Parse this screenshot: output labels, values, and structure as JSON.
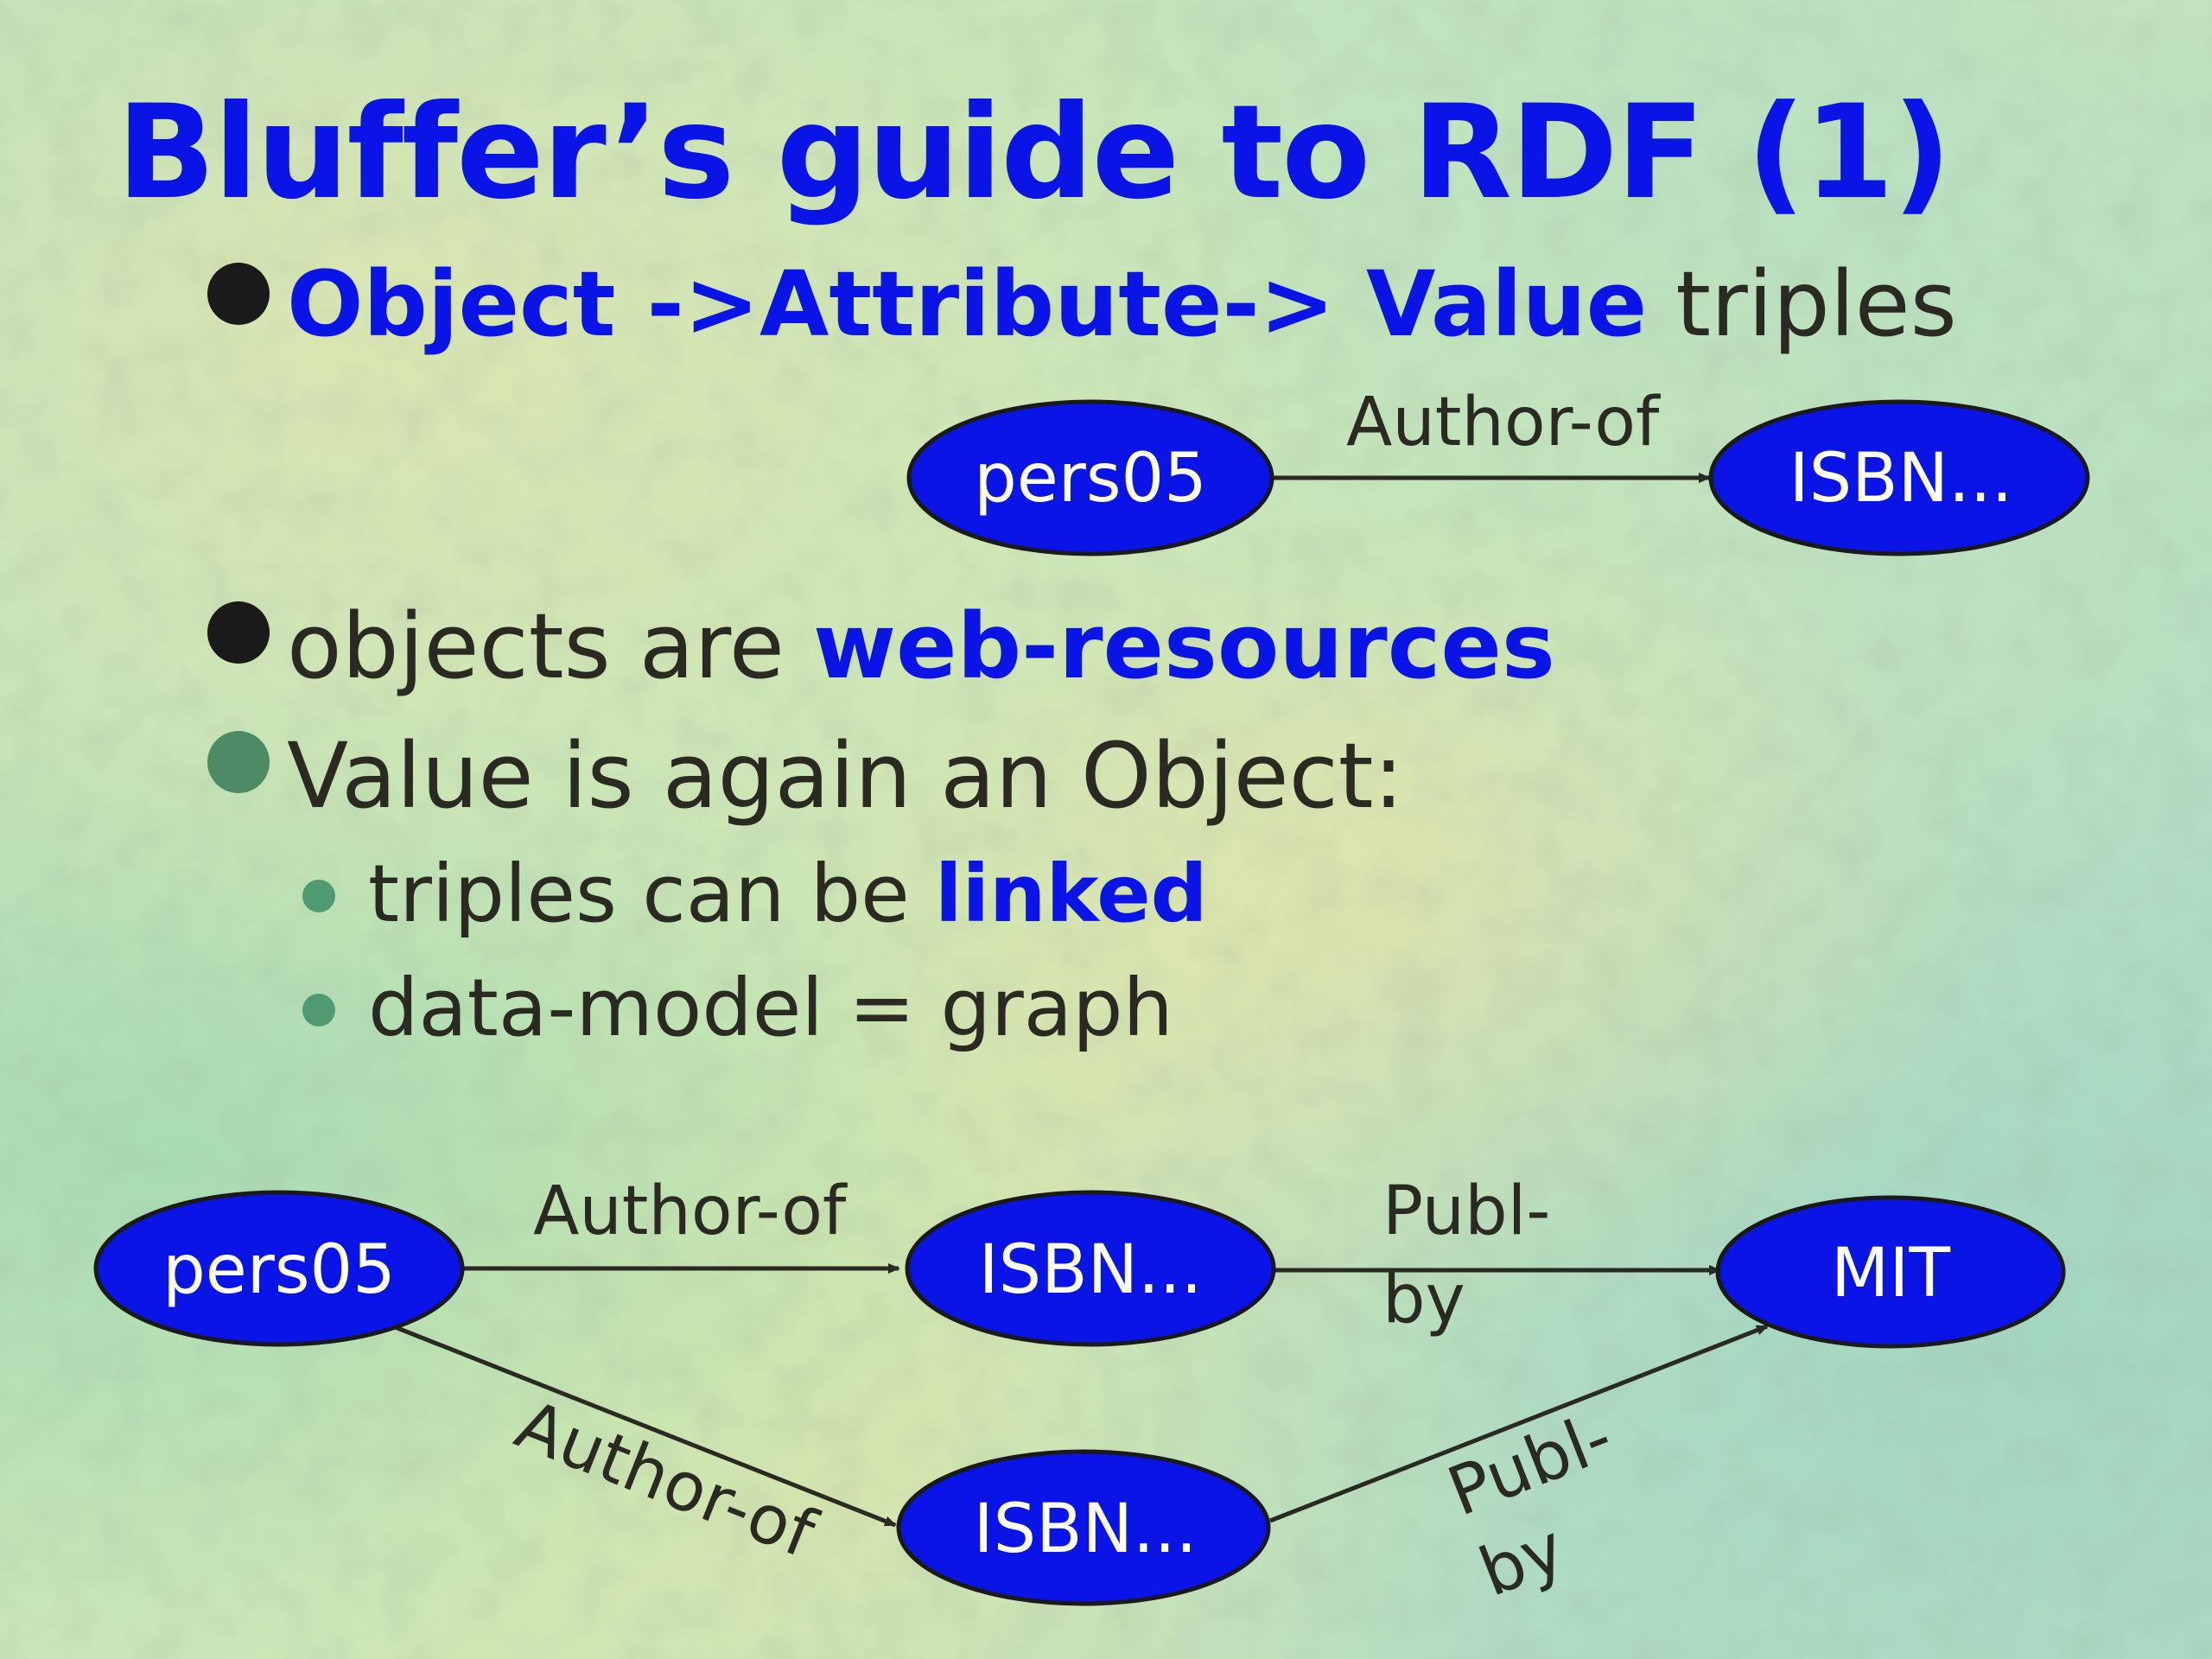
{
  "slide": {
    "title": "Bluffer’s guide to RDF (1)",
    "bullets": [
      {
        "parts": [
          {
            "text": "Object ->Attribute-> Value",
            "style": "emphasis"
          },
          {
            "text": " triples",
            "style": "plain"
          }
        ]
      },
      {
        "parts": [
          {
            "text": "objects are ",
            "style": "plain"
          },
          {
            "text": "web-resources",
            "style": "emphasis"
          }
        ]
      },
      {
        "parts": [
          {
            "text": "Value is again an Object:",
            "style": "plain"
          }
        ],
        "sub_bullets": [
          {
            "parts": [
              {
                "text": "triples can be ",
                "style": "plain"
              },
              {
                "text": "linked",
                "style": "emphasis"
              }
            ]
          },
          {
            "parts": [
              {
                "text": "data-model = graph",
                "style": "plain"
              }
            ]
          }
        ]
      }
    ]
  },
  "diagram_single": {
    "nodes": {
      "subject": "pers05",
      "object": "ISBN..."
    },
    "edge_label": "Author-of"
  },
  "diagram_graph": {
    "nodes": {
      "person": "pers05",
      "book_a": "ISBN...",
      "book_b": "ISBN...",
      "publisher": "MIT"
    },
    "edges": {
      "person_to_book_a": "Author-of",
      "person_to_book_b": "Author-of",
      "book_a_to_publisher": [
        "Publ-",
        "by"
      ],
      "book_b_to_publisher": [
        "Publ-",
        "by"
      ]
    }
  },
  "colors": {
    "accent_blue": "#0a14e6",
    "node_fill": "#0a14e6",
    "text_dark": "#2a2a22",
    "bullet_dark": "#1a1a1a",
    "bullet_green": "#4f8a66"
  }
}
